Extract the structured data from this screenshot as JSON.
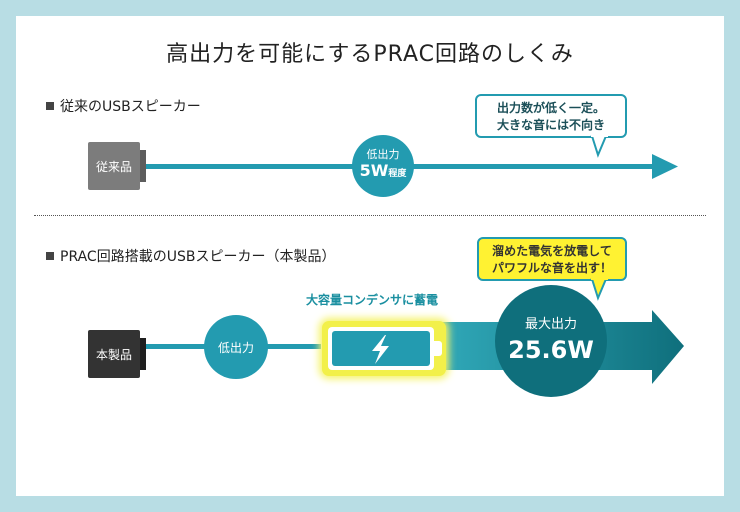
{
  "title": "高出力を可能にするPRAC回路のしくみ",
  "section1": {
    "label": "従来のUSBスピーカー",
    "device_label": "従来品",
    "circle_label": "低出力",
    "circle_value": "5W",
    "circle_value_suffix": "程度",
    "bubble_line1": "出力数が低く一定。",
    "bubble_line2": "大きな音には不向き"
  },
  "section2": {
    "label": "PRAC回路搭載のUSBスピーカー（本製品）",
    "device_label": "本製品",
    "circle_label": "低出力",
    "capacitor_label": "大容量コンデンサに蓄電",
    "bubble_line1": "溜めた電気を放電して",
    "bubble_line2": "パワフルな音を出す！",
    "max_label": "最大出力",
    "max_value": "25.6W"
  },
  "colors": {
    "teal": "#239bb0",
    "dark_teal": "#0f6f7c",
    "bubble_yellow": "#fff232",
    "glow": "#f2f04a"
  }
}
